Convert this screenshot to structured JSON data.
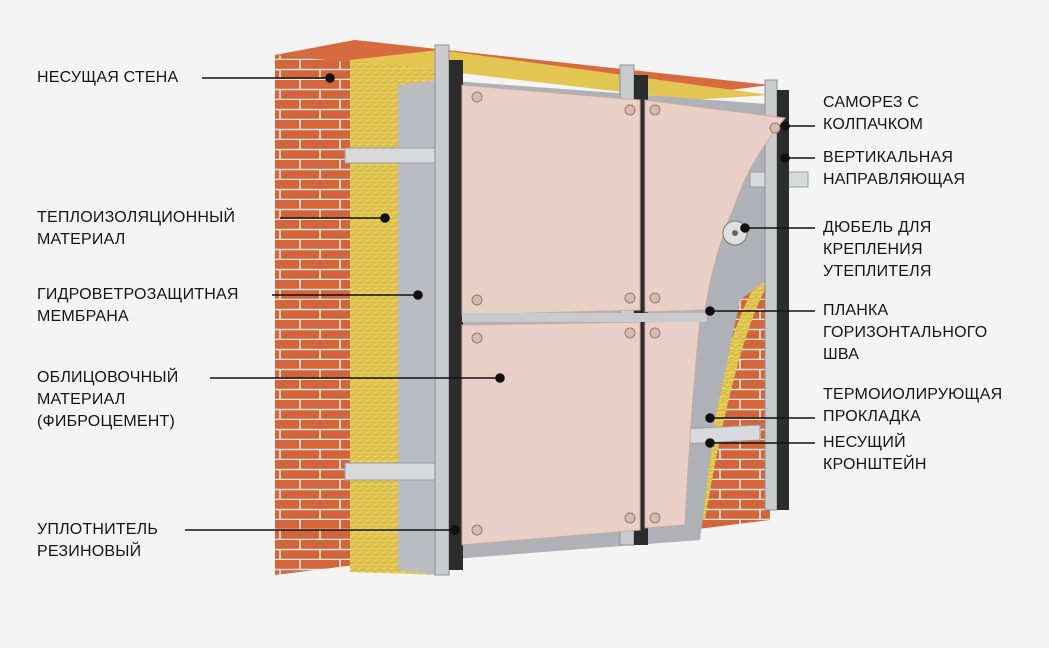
{
  "left_labels": [
    {
      "lines": [
        "НЕСУЩАЯ СТЕНА"
      ]
    },
    {
      "lines": [
        "ТЕПЛОИЗОЛЯЦИОННЫЙ",
        "МАТЕРИАЛ"
      ]
    },
    {
      "lines": [
        "ГИДРОВЕТРОЗАЩИТНАЯ",
        "МЕМБРАНА"
      ]
    },
    {
      "lines": [
        "ОБЛИЦОВОЧНЫЙ",
        "МАТЕРИАЛ",
        "(ФИБРОЦЕМЕНТ)"
      ]
    },
    {
      "lines": [
        "УПЛОТНИТЕЛЬ",
        "РЕЗИНОВЫЙ"
      ]
    }
  ],
  "right_labels": [
    {
      "lines": [
        "САМОРЕЗ С",
        "КОЛПАЧКОМ"
      ]
    },
    {
      "lines": [
        "ВЕРТИКАЛЬНАЯ",
        "НАПРАВЛЯЮЩАЯ"
      ]
    },
    {
      "lines": [
        "ДЮБЕЛЬ ДЛЯ",
        "КРЕПЛЕНИЯ",
        "УТЕПЛИТЕЛЯ"
      ]
    },
    {
      "lines": [
        "ПЛАНКА",
        "ГОРИЗОНТАЛЬНОГО",
        "ШВА"
      ]
    },
    {
      "lines": [
        "ТЕРМОИОЛИРУЮЩАЯ",
        "ПРОКЛАДКА"
      ]
    },
    {
      "lines": [
        "НЕСУЩИЙ",
        "КРОНШТЕЙН"
      ]
    }
  ],
  "colors": {
    "brick": "#d4643a",
    "insulation": "#e8cf5a",
    "membrane": "#b9bcc0",
    "panel": "#e9d0c7",
    "rubber": "#2c2c2c",
    "rail": "#c9cbce"
  }
}
